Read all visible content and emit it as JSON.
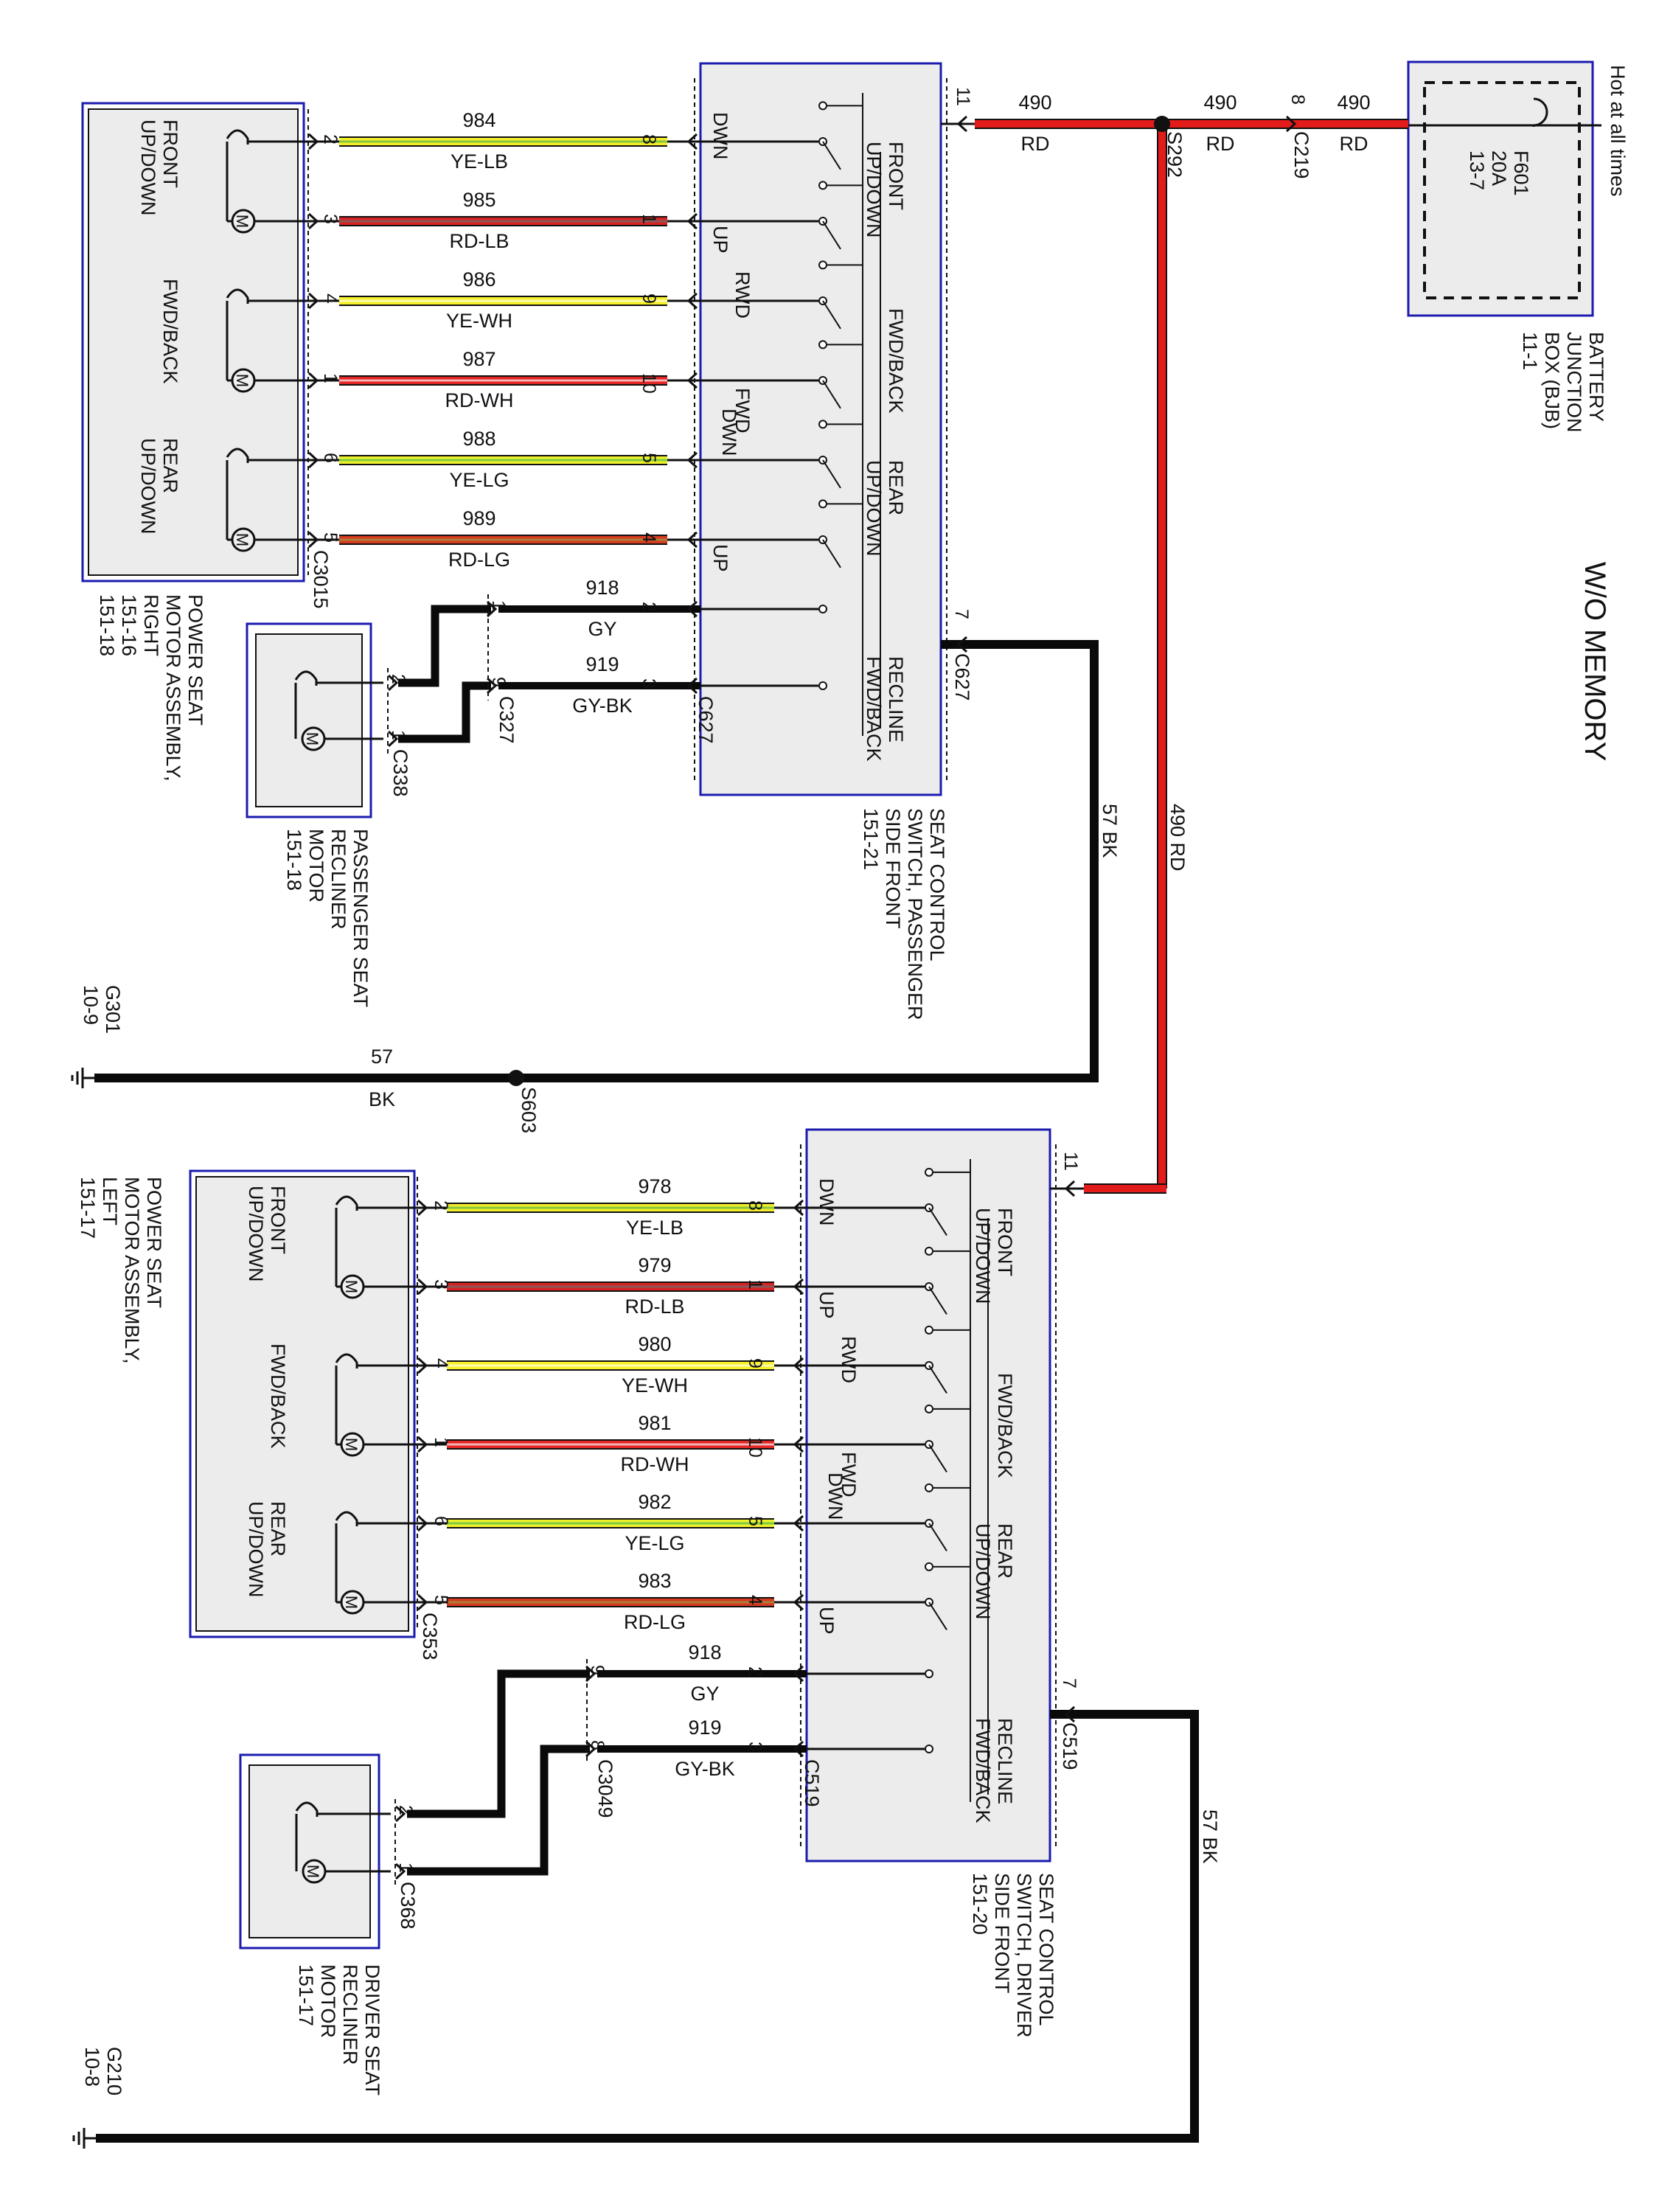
{
  "title": "W/O MEMORY",
  "hot_note": "Hot at all times",
  "bjb": {
    "name": [
      "BATTERY",
      "JUNCTION",
      "BOX (BJB)",
      "11-1"
    ],
    "fuse": [
      "F601",
      "20A",
      "13-7"
    ]
  },
  "feed": {
    "circuit": "490",
    "color": "RD",
    "splice": "S292",
    "connector": "C219",
    "pin_c219": "8"
  },
  "ground_top": {
    "circuit": "57",
    "color": "BK",
    "splice": "S603",
    "ground": [
      "G301",
      "10-9"
    ]
  },
  "ground_bottom": {
    "ground": [
      "G210",
      "10-8"
    ]
  },
  "colors": {
    "RD": "#e41b1b",
    "YE_LB": [
      "#f4ee2a",
      "#86c541"
    ],
    "RD_LB": [
      "#d92323",
      "#8a5757"
    ],
    "YE_WH": [
      "#f6f02a",
      "#fbfab0"
    ],
    "RD_WH": [
      "#e12525",
      "#f7b3b3"
    ],
    "YE_LG": [
      "#eef02a",
      "#7ccb42"
    ],
    "RD_LG": [
      "#d83a1f",
      "#aa7f3a"
    ],
    "BK": "#0a0a0a",
    "box_border": "#1b1bb0"
  },
  "passenger": {
    "switch_name": [
      "SEAT CONTROL",
      "SWITCH, PASSENGER",
      "SIDE FRONT",
      "151-21"
    ],
    "motor_name": [
      "POWER SEAT",
      "MOTOR ASSEMBLY,",
      "RIGHT",
      "151-16",
      "151-18"
    ],
    "recliner_name": [
      "PASSENGER SEAT",
      "RECLINER",
      "MOTOR",
      "151-18"
    ],
    "motor_connector": "C3015",
    "switch_connector": "C627",
    "inline_connector": "C327",
    "recliner_connector": "C338",
    "feed_pin": "11",
    "ground_pin": "7",
    "motor_labels": [
      [
        "FRONT",
        "UP/DOWN"
      ],
      [
        "FWD/BACK"
      ],
      [
        "REAR",
        "UP/DOWN"
      ]
    ],
    "switch_labels": [
      [
        "FRONT",
        "UP/DOWN"
      ],
      [
        "FWD/BACK"
      ],
      [
        "REAR",
        "UP/DOWN"
      ],
      [
        "RECLINE",
        "FWD/BACK"
      ]
    ],
    "direction_labels": [
      "DWN",
      "UP",
      "RWD",
      "FWD",
      "DWN",
      "UP"
    ],
    "wires": [
      {
        "circuit": "984",
        "color": "YE-LB",
        "motor_pin": "2",
        "switch_pin": "8"
      },
      {
        "circuit": "985",
        "color": "RD-LB",
        "motor_pin": "3",
        "switch_pin": "1"
      },
      {
        "circuit": "986",
        "color": "YE-WH",
        "motor_pin": "4",
        "switch_pin": "9"
      },
      {
        "circuit": "987",
        "color": "RD-WH",
        "motor_pin": "1",
        "switch_pin": "10"
      },
      {
        "circuit": "988",
        "color": "YE-LG",
        "motor_pin": "6",
        "switch_pin": "5"
      },
      {
        "circuit": "989",
        "color": "RD-LG",
        "motor_pin": "5",
        "switch_pin": "4"
      }
    ],
    "recliner_wires": [
      {
        "circuit": "918",
        "color": "GY",
        "inline_pin": "1",
        "switch_pin": "2",
        "recliner_pin": "2"
      },
      {
        "circuit": "919",
        "color": "GY-BK",
        "inline_pin": "9",
        "switch_pin": "3",
        "recliner_pin": "1"
      }
    ]
  },
  "driver": {
    "switch_name": [
      "SEAT CONTROL",
      "SWITCH, DRIVER",
      "SIDE FRONT",
      "151-20"
    ],
    "motor_name": [
      "POWER SEAT",
      "MOTOR ASSEMBLY,",
      "LEFT",
      "151-17"
    ],
    "recliner_name": [
      "DRIVER SEAT",
      "RECLINER",
      "MOTOR",
      "151-17"
    ],
    "motor_connector": "C353",
    "switch_connector": "C519",
    "inline_connector": "C3049",
    "recliner_connector": "C368",
    "feed_pin": "11",
    "ground_pin": "7",
    "feed_label": [
      "490",
      "RD"
    ],
    "ground_label": [
      "57",
      "BK"
    ],
    "motor_labels": [
      [
        "FRONT",
        "UP/DOWN"
      ],
      [
        "FWD/BACK"
      ],
      [
        "REAR",
        "UP/DOWN"
      ]
    ],
    "switch_labels": [
      [
        "FRONT",
        "UP/DOWN"
      ],
      [
        "FWD/BACK"
      ],
      [
        "REAR",
        "UP/DOWN"
      ],
      [
        "RECLINE",
        "FWD/BACK"
      ]
    ],
    "direction_labels": [
      "DWN",
      "UP",
      "RWD",
      "FWD",
      "DWN",
      "UP"
    ],
    "wires": [
      {
        "circuit": "978",
        "color": "YE-LB",
        "motor_pin": "2",
        "switch_pin": "8"
      },
      {
        "circuit": "979",
        "color": "RD-LB",
        "motor_pin": "3",
        "switch_pin": "1"
      },
      {
        "circuit": "980",
        "color": "YE-WH",
        "motor_pin": "4",
        "switch_pin": "9"
      },
      {
        "circuit": "981",
        "color": "RD-WH",
        "motor_pin": "1",
        "switch_pin": "10"
      },
      {
        "circuit": "982",
        "color": "YE-LG",
        "motor_pin": "6",
        "switch_pin": "5"
      },
      {
        "circuit": "983",
        "color": "RD-LG",
        "motor_pin": "5",
        "switch_pin": "4"
      }
    ],
    "recliner_wires": [
      {
        "circuit": "918",
        "color": "GY",
        "inline_pin": "9",
        "switch_pin": "2",
        "recliner_pin": "2"
      },
      {
        "circuit": "919",
        "color": "GY-BK",
        "inline_pin": "8",
        "switch_pin": "3",
        "recliner_pin": "1"
      }
    ]
  }
}
